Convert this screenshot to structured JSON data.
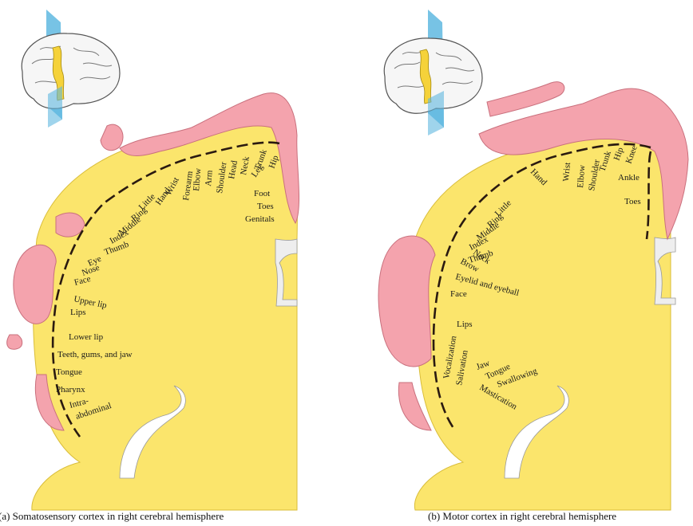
{
  "panels": [
    {
      "caption": "(a) Somatosensory cortex in right cerebral hemisphere",
      "labels": [
        "Genitals",
        "Toes",
        "Foot",
        "Leg",
        "Hip",
        "Trunk",
        "Neck",
        "Head",
        "Shoulder",
        "Arm",
        "Elbow",
        "Forearm",
        "Wrist",
        "Hand",
        "Little",
        "Ring",
        "Middle",
        "Index",
        "Thumb",
        "Eye",
        "Nose",
        "Face",
        "Upper lip",
        "Lips",
        "Lower lip",
        "Teeth, gums, and jaw",
        "Tongue",
        "Pharynx",
        "Intra-",
        "abdominal"
      ]
    },
    {
      "caption": "(b) Motor cortex in right cerebral hemisphere",
      "labels": [
        "Toes",
        "Ankle",
        "Knee",
        "Hip",
        "Trunk",
        "Shoulder",
        "Elbow",
        "Wrist",
        "Hand",
        "Little",
        "Ring",
        "Middle",
        "Index",
        "Thumb",
        "Neck",
        "Brow",
        "Eyelid and eyeball",
        "Face",
        "Lips",
        "Jaw",
        "Tongue",
        "Swallowing",
        "Mastication",
        "Salivation",
        "Vocalization"
      ]
    }
  ],
  "colors": {
    "cortex": "#fbe56c",
    "homunculus": "#f4a3ad",
    "homunculus_edge": "#c9707d",
    "plane": "#5fb8e0",
    "highlight": "#f5d23a"
  },
  "icons": [
    "brain-icon",
    "brain-icon"
  ]
}
